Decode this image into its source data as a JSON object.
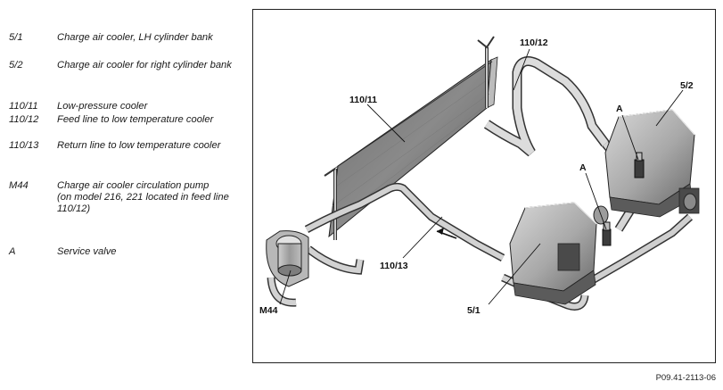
{
  "legend": [
    {
      "code": "5/1",
      "text": "Charge air cooler, LH cylinder bank"
    },
    {
      "code": "5/2",
      "text": "Charge air cooler for right cylinder bank"
    },
    {
      "code": "110/11",
      "text": "Low-pressure cooler"
    },
    {
      "code": "110/12",
      "text": "Feed line to low temperature cooler"
    },
    {
      "code": "110/13",
      "text": "Return line to low temperature cooler"
    },
    {
      "code": "M44",
      "text": "Charge air cooler circulation pump",
      "note": "(on model 216, 221 located in feed line 110/12)"
    },
    {
      "code": "A",
      "text": "Service valve"
    }
  ],
  "figure": {
    "labels": {
      "cooler": "110/11",
      "feed": "110/12",
      "return": "110/13",
      "right_cac": "5/2",
      "left_cac": "5/1",
      "pump": "M44",
      "valve_a1": "A",
      "valve_a2": "A"
    },
    "reference": "P09.41-2113-06"
  }
}
